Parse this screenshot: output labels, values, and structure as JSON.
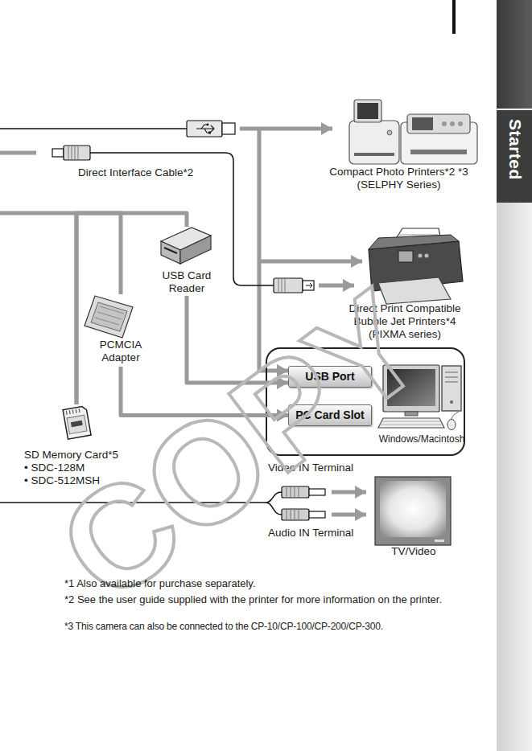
{
  "diagram": {
    "nodes": [
      {
        "text": [
          "Compact Photo Printers*2 *3 (SELPHY Series)"
        ]
      },
      {
        "text": [
          "USB Card Reader"
        ]
      },
      {
        "text": [
          "Direct Print Compatible Bubble Jet Printers*4 (PIXMA series)"
        ]
      },
      {
        "text": [
          "PCMCIA Adapter"
        ]
      },
      {
        "text": [
          "Windows/Macintosh"
        ]
      },
      {
        "text": [
          "USB Port"
        ],
        "in": 4
      },
      {
        "text": [
          "PC Card Slot"
        ],
        "in": 4
      },
      {
        "text": [
          "SD Memory Card*5",
          "• SDC-128M",
          "• SDC-512MSH"
        ]
      },
      {
        "text": [
          "TV/Video"
        ]
      }
    ],
    "edges": [
      {
        "from": 1,
        "to": 5,
        "arrow": "to"
      },
      {
        "from": 3,
        "to": 6,
        "arrow": "to"
      },
      {
        "from": 7,
        "to": 1,
        "arrow": "none"
      },
      {
        "from": 7,
        "to": 3,
        "arrow": "none"
      }
    ],
    "labels": [
      "Started",
      "Direct Interface Cable*2",
      "Video IN Terminal",
      "Audio IN Terminal",
      "COPY",
      "*1 Also available for purchase separately.",
      "*2 See the user guide supplied with the printer for more information on the printer.",
      "*3 This camera can also be connected to the CP-10/CP-100/CP-200/CP-300."
    ]
  }
}
